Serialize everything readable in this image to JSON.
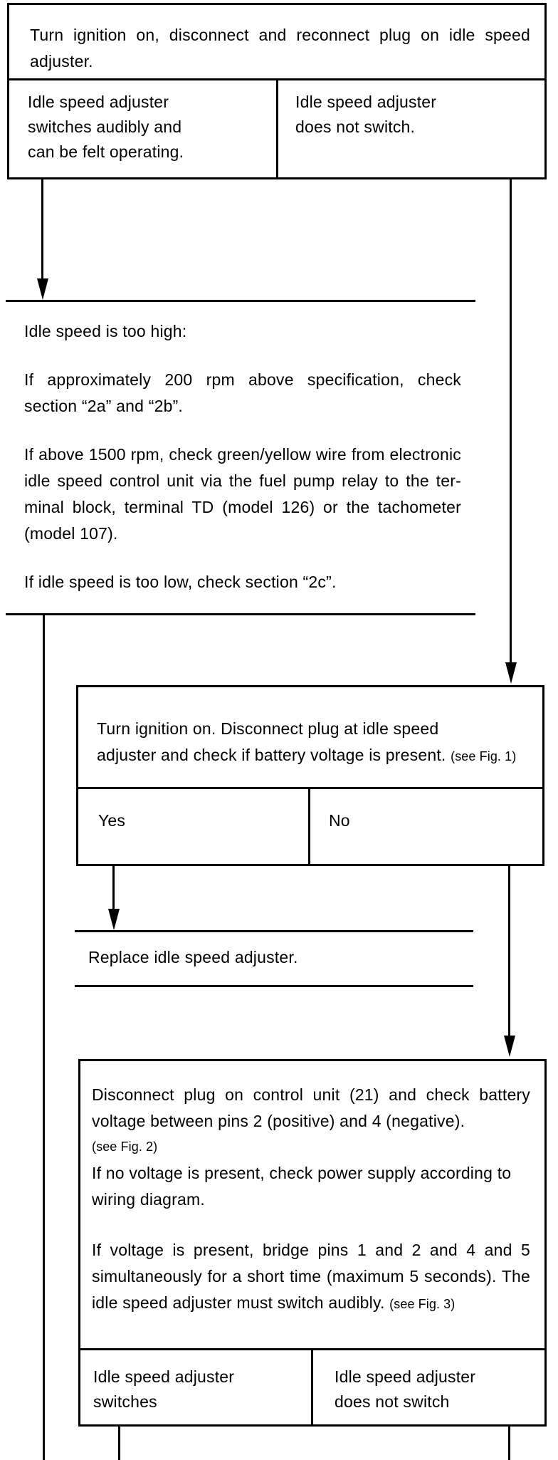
{
  "colors": {
    "ink": "#000000",
    "paper": "#ffffff"
  },
  "box1": {
    "title_lines": [
      "Turn ignition on, disconnect and reconnect plug on idle speed",
      "adjuster."
    ],
    "result_ok_lines": [
      "Idle speed adjuster",
      "switches audibly and",
      "can be felt operating."
    ],
    "result_fail_lines": [
      "Idle speed adjuster",
      "does not switch."
    ]
  },
  "idle_high_note": {
    "heading": "Idle speed is too high:",
    "p_200rpm_lines": [
      "If approximately 200 rpm above specification, check",
      "section “2a” and “2b”."
    ],
    "p_1500rpm_lines": [
      "If above 1500 rpm, check green/yellow wire from electronic",
      "idle speed control unit via the fuel pump relay to the ter-",
      "minal block, terminal TD (model 126) or the tachometer",
      "(model 107)."
    ],
    "p_low": "If idle speed is too low, check section “2c”."
  },
  "box2": {
    "title_lines": [
      "Turn ignition on. Disconnect plug at idle speed",
      "adjuster and check if battery voltage is present."
    ],
    "fig_ref": "(see Fig. 1)",
    "yes_label": "Yes",
    "no_label": "No"
  },
  "replace_note": "Replace idle speed adjuster.",
  "box3": {
    "p_check_lines": [
      "Disconnect plug on control unit (21) and check battery",
      "voltage between pins 2 (positive) and 4 (negative)."
    ],
    "fig_ref2": "(see Fig. 2)",
    "p_no_voltage_lines": [
      "If no voltage is present, check power supply according to",
      "wiring diagram."
    ],
    "p_bridge_lines": [
      "If voltage is present, bridge pins 1 and 2 and 4 and 5",
      "simultaneously for a short time (maximum 5 seconds). The",
      "idle speed adjuster must switch audibly."
    ],
    "fig_ref3": "(see Fig. 3)",
    "result_ok_lines": [
      "Idle speed adjuster",
      "switches"
    ],
    "result_fail_lines": [
      "Idle speed adjuster",
      "does not switch"
    ]
  }
}
